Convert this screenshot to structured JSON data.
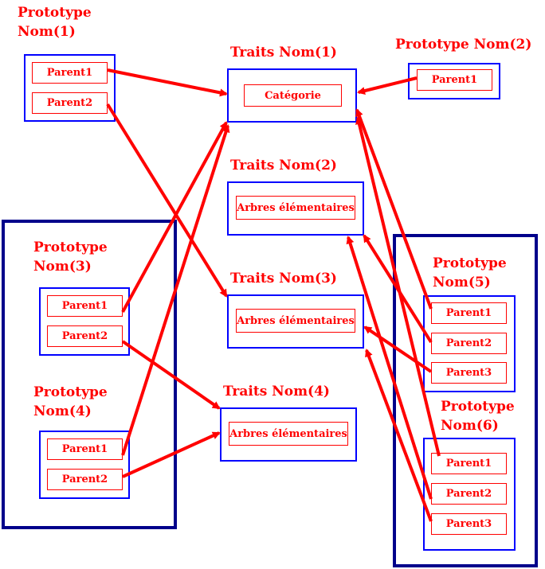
{
  "colors": {
    "arrow": "#ff0000",
    "box_border": "#0000ff",
    "group_border": "#00008b",
    "text": "#ff0000"
  },
  "prototypes": {
    "p1": {
      "title_line1": "Prototype",
      "title_line2": "Nom(1)",
      "slots": [
        "Parent1",
        "Parent2"
      ]
    },
    "p2": {
      "title": "Prototype Nom(2)",
      "slots": [
        "Parent1"
      ]
    },
    "p3": {
      "title_line1": "Prototype",
      "title_line2": "Nom(3)",
      "slots": [
        "Parent1",
        "Parent2"
      ]
    },
    "p4": {
      "title_line1": "Prototype",
      "title_line2": "Nom(4)",
      "slots": [
        "Parent1",
        "Parent2"
      ]
    },
    "p5": {
      "title_line1": "Prototype",
      "title_line2": "Nom(5)",
      "slots": [
        "Parent1",
        "Parent2",
        "Parent3"
      ]
    },
    "p6": {
      "title_line1": "Prototype",
      "title_line2": "Nom(6)",
      "slots": [
        "Parent1",
        "Parent2",
        "Parent3"
      ]
    }
  },
  "traits": {
    "t1": {
      "title": "Traits Nom(1)",
      "slot": "Catégorie"
    },
    "t2": {
      "title": "Traits Nom(2)",
      "slot": "Arbres élémentaires"
    },
    "t3": {
      "title": "Traits Nom(3)",
      "slot": "Arbres élémentaires"
    },
    "t4": {
      "title": "Traits Nom(4)",
      "slot": "Arbres élémentaires"
    }
  }
}
